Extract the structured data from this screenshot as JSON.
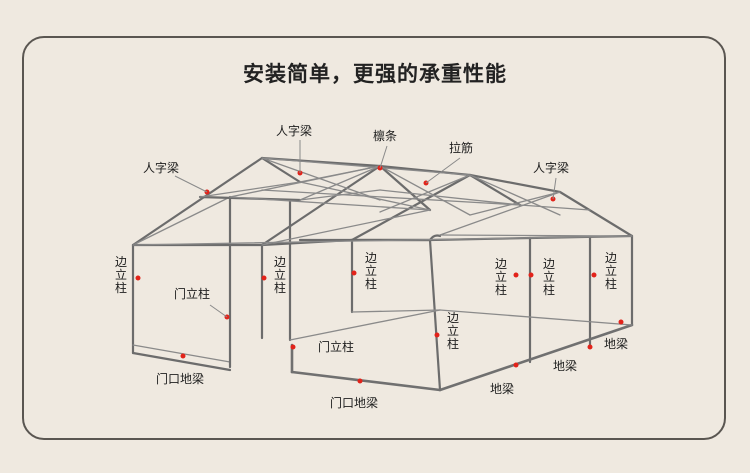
{
  "title": "安装简单，更强的承重性能",
  "labels": {
    "ren_zi_liang_top": "人字梁",
    "ren_zi_liang_left": "人字梁",
    "ren_zi_liang_right": "人字梁",
    "lin_tiao": "檩条",
    "la_jin": "拉筋",
    "bian_li_zhu_1": "边立柱",
    "bian_li_zhu_2": "边立柱",
    "bian_li_zhu_3": "边立柱",
    "bian_li_zhu_4": "边立柱",
    "bian_li_zhu_5": "边立柱",
    "bian_li_zhu_6": "边立柱",
    "bian_li_zhu_7": "边立柱",
    "men_li_zhu_1": "门立柱",
    "men_li_zhu_2": "门立柱",
    "men_kou_di_liang_1": "门口地梁",
    "men_kou_di_liang_2": "门口地梁",
    "di_liang_1": "地梁",
    "di_liang_2": "地梁",
    "di_liang_3": "地梁"
  },
  "marker_color": "#e2231a"
}
